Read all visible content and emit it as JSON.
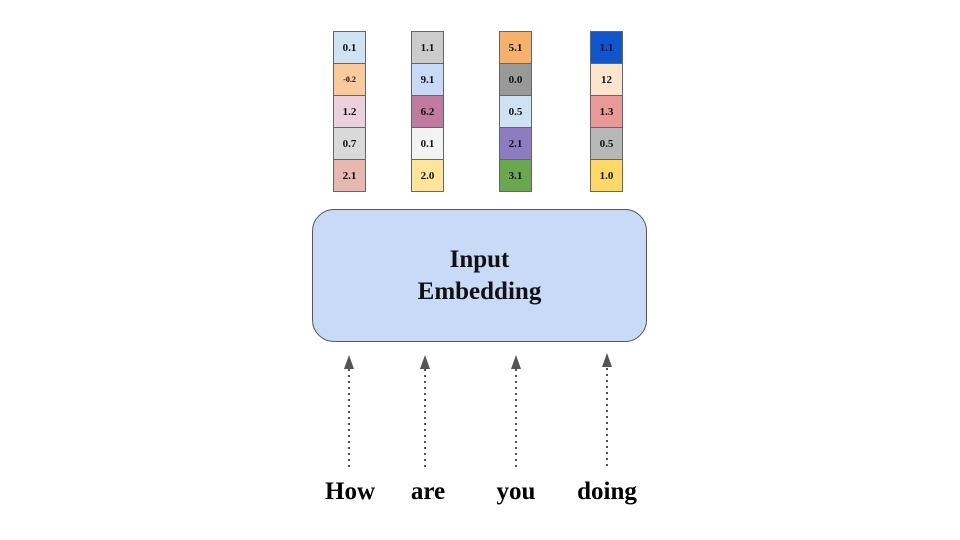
{
  "embedding_box": {
    "line1": "Input",
    "line2": "Embedding"
  },
  "tokens": [
    {
      "word": "How",
      "vector": [
        {
          "value": "0.1",
          "color": "#cfe2f3"
        },
        {
          "value": "-0.2",
          "color": "#f9cb9c"
        },
        {
          "value": "1.2",
          "color": "#ead1dc"
        },
        {
          "value": "0.7",
          "color": "#d9d9d9"
        },
        {
          "value": "2.1",
          "color": "#e6b8af"
        }
      ]
    },
    {
      "word": "are",
      "vector": [
        {
          "value": "1.1",
          "color": "#cccccc"
        },
        {
          "value": "9.1",
          "color": "#c9daf8"
        },
        {
          "value": "6.2",
          "color": "#c27ba0"
        },
        {
          "value": "0.1",
          "color": "#f3f3f3"
        },
        {
          "value": "2.0",
          "color": "#ffe599"
        }
      ]
    },
    {
      "word": "you",
      "vector": [
        {
          "value": "5.1",
          "color": "#f6b26b"
        },
        {
          "value": "0.0",
          "color": "#999999"
        },
        {
          "value": "0.5",
          "color": "#cfe2f3"
        },
        {
          "value": "2.1",
          "color": "#8e7cc3"
        },
        {
          "value": "3.1",
          "color": "#6aa84f"
        }
      ]
    },
    {
      "word": "doing",
      "vector": [
        {
          "value": "1.1",
          "color": "#1155cc"
        },
        {
          "value": "12",
          "color": "#fce5cd"
        },
        {
          "value": "1.3",
          "color": "#ea9999"
        },
        {
          "value": "0.5",
          "color": "#b7b7b7"
        },
        {
          "value": "1.0",
          "color": "#ffd966"
        }
      ]
    }
  ]
}
